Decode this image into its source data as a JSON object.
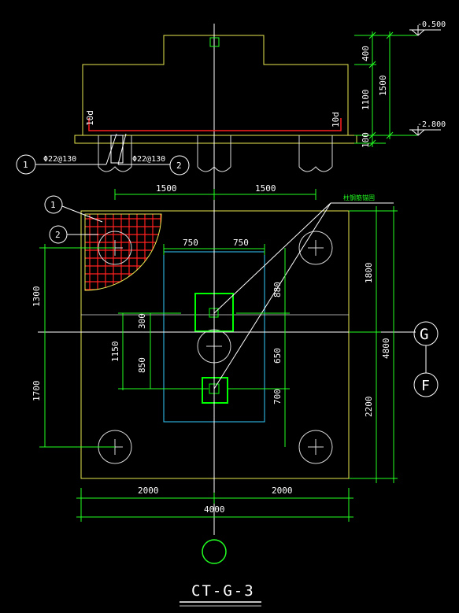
{
  "colors": {
    "background": "#000000",
    "outline": "#e8e850",
    "dimension": "#22ff22",
    "rebar": "#ff2020",
    "pile": "#d8d8d8",
    "column": "#00ff00",
    "pedestal": "#33ccff",
    "callout": "#ffffff"
  },
  "elevations": {
    "top": "-0.500",
    "bottom": "-2.800"
  },
  "section": {
    "right_dims": [
      "400",
      "1100",
      "100"
    ],
    "overall_dim": "1500",
    "anchor_left": "10d",
    "anchor_right": "10d",
    "rebar_left": "Φ22@130",
    "rebar_right": "Φ22@130",
    "marker_1": "1",
    "marker_2": "2"
  },
  "plan": {
    "top_dims": [
      "1500",
      "1500"
    ],
    "ped_dims": [
      "750",
      "750"
    ],
    "left_dims": [
      "1300",
      "1700"
    ],
    "inner_dims": [
      "300",
      "1150",
      "850"
    ],
    "mid_dims": [
      "880",
      "650",
      "700"
    ],
    "right_dims": [
      "1800",
      "2200"
    ],
    "overall_right": "4800",
    "bottom_dims": [
      "2000",
      "2000"
    ],
    "overall_bottom": "4000",
    "note": "柱钢筋锚固",
    "marker_1": "1",
    "marker_2": "2",
    "grid_g": "G",
    "grid_f": "F"
  },
  "title": "CT-G-3"
}
